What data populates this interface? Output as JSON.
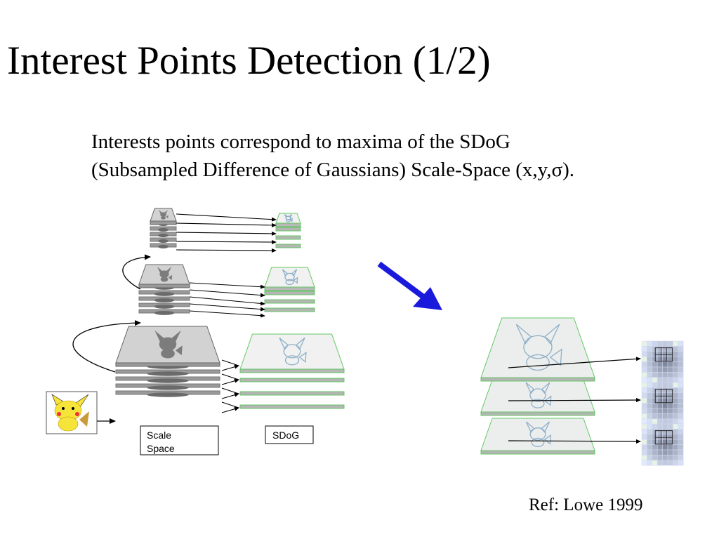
{
  "slide": {
    "title": "Interest Points Detection (1/2)",
    "description_line1": "Interests points correspond to maxima of the SDoG",
    "description_line2": "(Subsampled Difference of Gaussians) Scale-Space (x,y,σ).",
    "reference": "Ref: Lowe 1999"
  },
  "diagram": {
    "scale_space_label_line1": "Scale",
    "scale_space_label_line2": "Space",
    "sdog_label": "SDoG",
    "octaves": 3,
    "layers_per_octave": 5,
    "dog_layers_per_octave": 4,
    "arrow_color": "#1a1adc",
    "plate_edge_green": "#6ecf6e",
    "grid_highlight": "#7b7bd6"
  }
}
